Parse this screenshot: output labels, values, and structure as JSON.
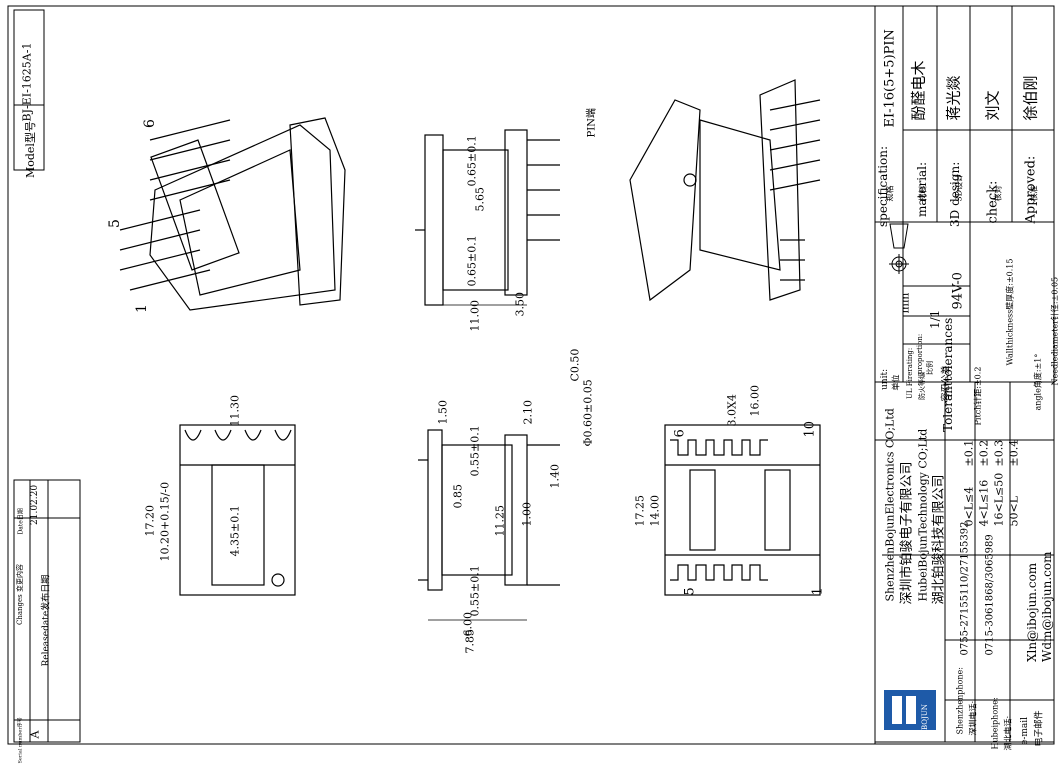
{
  "model": {
    "label": "Model型号",
    "value": "BJ-EI-1625A-1"
  },
  "changes": {
    "header_serial": "Serial number序号",
    "header_changes": "Changes 变更内容",
    "header_date": "Date日期",
    "rows": [
      {
        "serial": "A",
        "change": "Releasedate发布日期",
        "date": "21.02.20"
      }
    ]
  },
  "title_block": {
    "specification_label": "specification:",
    "specification_cn": "规格",
    "specification_value": "EI-16(5+5)PIN",
    "material_label": "material:",
    "material_cn": "材料",
    "material_value": "酚醛电木",
    "design_label": "3D design:",
    "design_cn": "3D设计",
    "design_value": "蒋光燚",
    "check_label": "check:",
    "check_cn": "核对",
    "check_value": "刘文",
    "approved_label": "Approved:",
    "approved_cn": "核准",
    "approved_value": "徐伯刚",
    "unit_label": "unit:",
    "unit_cn": "单位",
    "unit_value": "mm",
    "proportion_label": "proportion:",
    "proportion_cn": "比例",
    "proportion_value": "1/1",
    "fire_label": "UL Firerating:",
    "fire_cn": "防火等级",
    "fire_value": "94V-0",
    "tolerance_title": "Toleranttolerances",
    "tolerance_cn": "容忍公差",
    "tolerances": [
      {
        "range": "0<L≤4",
        "value": "±0.1"
      },
      {
        "range": "4<L≤16",
        "value": "±0.2"
      },
      {
        "range": "16<L≤50",
        "value": "±0.3"
      },
      {
        "range": "50<L",
        "value": "±0.4"
      }
    ],
    "pitch": "Pitch针距:±0.2",
    "wall": "Wallthickness壁厚度:±0.15",
    "angle": "angle角度:±1°",
    "needle": "Needlediameter针径:±0.05"
  },
  "company": {
    "en1": "ShenzhenBojunElectronics CO;Ltd",
    "cn1": "深圳市铂骏电子有限公司",
    "en2": "HubeiBojunTechnology CO;Ltd",
    "cn2": "湖北铂骏科技有限公司",
    "logo_text": "BOJUN",
    "shenzhen_phone_label": "Shenzhenphone:",
    "shenzhen_phone_cn": "深圳电话:",
    "shenzhen_phone": "0755-27155110/27155392",
    "hubei_phone_label": "Hubeiphone:",
    "hubei_phone_cn": "湖北电话:",
    "hubei_phone": "0715-3061868/3065989",
    "email_label": "e-mail",
    "email_cn": "电子邮件",
    "email1": "Xln@ibojun.com",
    "email2": "Wdm@ibojun.com"
  },
  "drawing": {
    "pin_labels": {
      "p6": "6",
      "p5": "5",
      "p1": "1",
      "p10": "10",
      "p6b": "6",
      "p5b": "5",
      "p1b": "1"
    },
    "side_view": {
      "pin": "PIN端",
      "h1": "0.65±0.1",
      "center": "5.65",
      "h2": "0.65±0.1",
      "w1": "3.50",
      "w2": "11.00"
    },
    "top_view": {
      "width": "11.30",
      "height_outer": "17.20",
      "height_inner": "10.20+0.15/-0",
      "slot": "4.35±0.1"
    },
    "front_view": {
      "d150": "1.50",
      "d210": "2.10",
      "d055a": "0.55±0.1",
      "d060": "Φ0.60±0.05",
      "d050": "C0.50",
      "d140": "1.40",
      "d085": "0.85",
      "d100": "1.00",
      "d1125": "11.25",
      "d055b": "0.55±0.1",
      "d600": "6.00",
      "d785": "7.85"
    },
    "bottom_view": {
      "width": "16.00",
      "pitch": "3.0X4",
      "h1": "17.25",
      "h2": "14.00"
    }
  }
}
